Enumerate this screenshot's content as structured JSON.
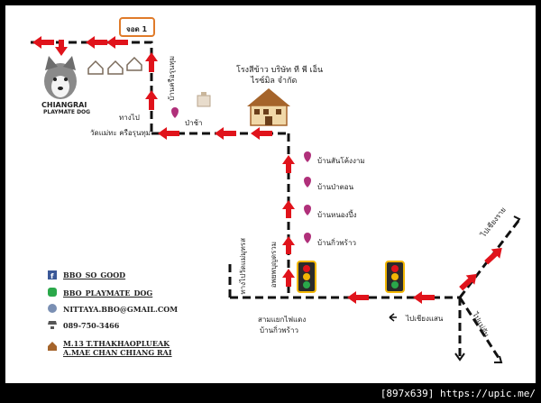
{
  "labels": {
    "start_box": "จอด 1",
    "logo_line1": "CHIANGRAI",
    "logo_line2": "PLAYMATE DOG",
    "vert_ban_kruea": "บ้านครือรุนทุม",
    "tang_pai": "ทางไป",
    "wat_label": "วัดแม่ทะ ครือรุนทุม",
    "pa_cha": "ป่าช้า",
    "factory_line1": "โรงสีข้าว บริษัท ที พี เอ็น",
    "factory_line2": "ไรซ์มิล จำกัด",
    "place1": "บ้านสันโค้งงาม",
    "place2": "บ้านป่าตอน",
    "place3": "บ้านหนองปึ้ง",
    "place4": "บ้านกิ่วพร้าว",
    "vert_road_left1": "ทางไปวัดแม่มุทรส",
    "vert_road_left2": "อพยพบุญดรวม",
    "junction_line1": "สามแยกไฟแดง",
    "junction_line2": "บ้านกิ่วพร้าว",
    "to_chiang_saen": "ไปเชียงแสน",
    "to_chiang_rai": "ไปเชียงราย",
    "to_mae_chan": "ไปแม่จัน"
  },
  "contacts": {
    "facebook": "BBO_SO_GOOD",
    "line": "BBO_PLAYMATE_DOG",
    "email": "NITTAYA.BBO@GMAIL.COM",
    "phone": "089-750-3466",
    "address1": "M.13  T.THAKHAOPLUEAK",
    "address2": "A.MAE CHAN   CHIANG RAI"
  },
  "footer": {
    "text": "[897x639] https://upic.me/"
  },
  "colors": {
    "road": "#111111",
    "arrow": "#e0131b",
    "pin": "#b0307a",
    "paper": "#ffffff",
    "box_border": "#e07b2a"
  },
  "icons": [
    "dog-logo-icon",
    "house-icon",
    "factory-icon",
    "traffic-light-icon",
    "pin-icon",
    "facebook-icon",
    "line-icon",
    "email-icon",
    "phone-icon",
    "home-icon"
  ]
}
